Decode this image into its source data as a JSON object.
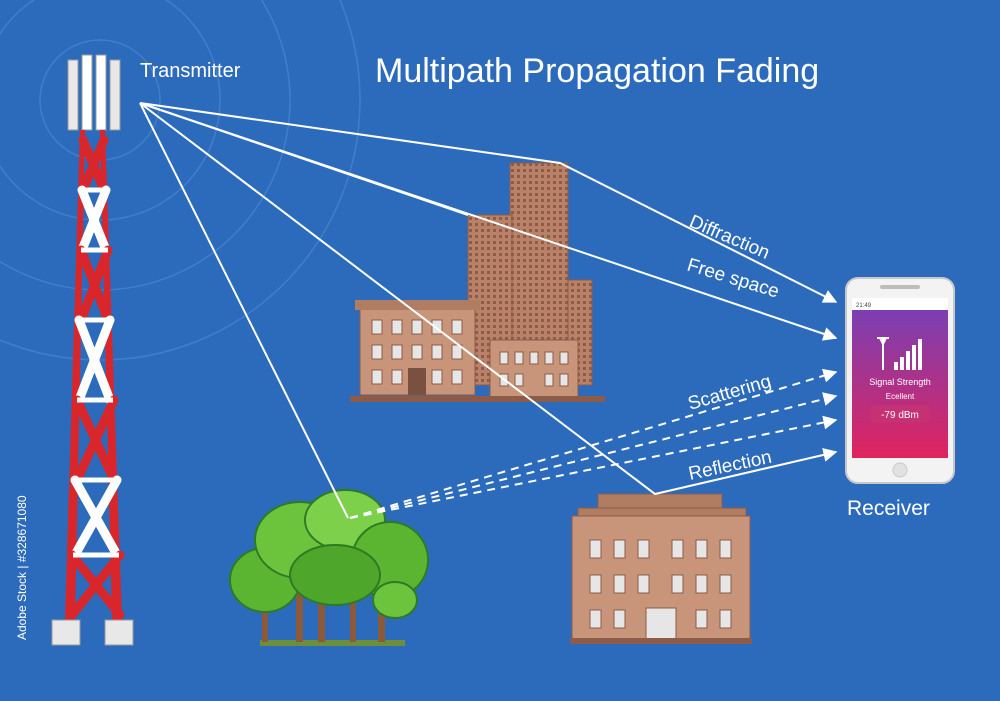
{
  "title": "Multipath Propagation Fading",
  "transmitter_label": "Transmitter",
  "receiver_label": "Receiver",
  "paths": {
    "diffraction": "Diffraction",
    "free_space": "Free space",
    "scattering": "Scattering",
    "reflection": "Reflection"
  },
  "phone": {
    "status_time": "21:49",
    "signal_title": "Signal Strength",
    "signal_quality": "Ecellent",
    "signal_value": "-79 dBm"
  },
  "watermark": {
    "side_text": "Adobe Stock | #328671080"
  },
  "colors": {
    "background": "#2c6bbb",
    "tower_red": "#d9262b",
    "tower_white": "#ffffff",
    "building": "#c9957a",
    "tree_green": "#5cb531",
    "phone_gradient_top": "#7b3fb3",
    "phone_gradient_bottom": "#e0245e"
  }
}
